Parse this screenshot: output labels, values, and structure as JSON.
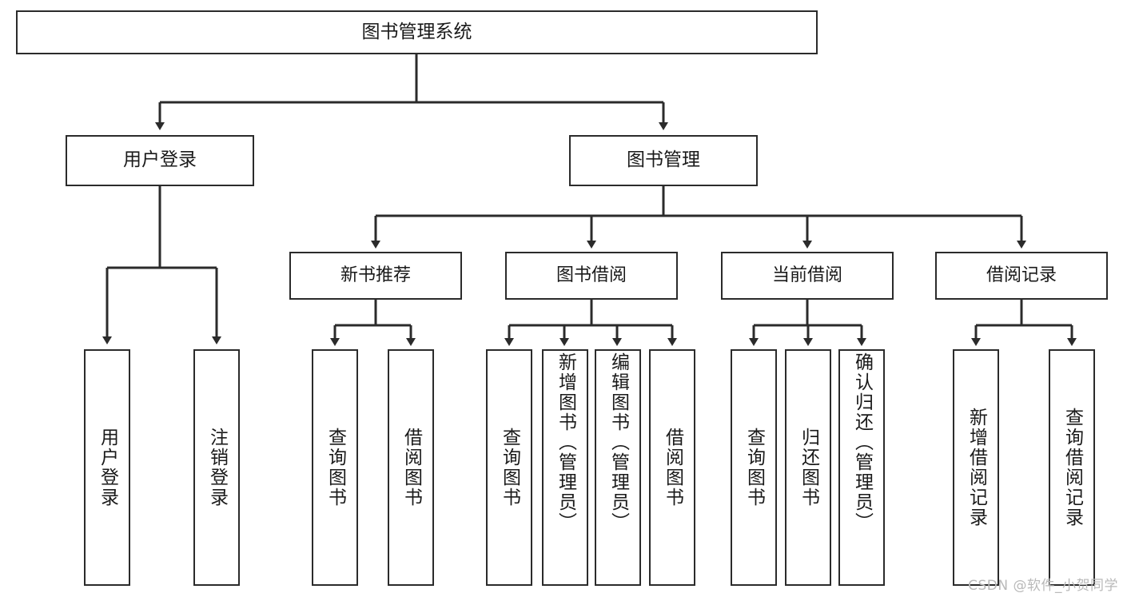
{
  "diagram": {
    "type": "tree",
    "title": "图书管理系统",
    "watermark": "CSDN @软件_小贺同学",
    "colors": {
      "box_border": "#2b2b2b",
      "box_fill": "#ffffff",
      "edge": "#2b2b2b",
      "text": "#1a1a1a",
      "watermark": "#b9b9b9",
      "background": "#ffffff"
    },
    "root": {
      "label": "图书管理系统"
    },
    "level2": [
      {
        "label": "用户登录"
      },
      {
        "label": "图书管理"
      }
    ],
    "level3": [
      {
        "label": "新书推荐"
      },
      {
        "label": "图书借阅"
      },
      {
        "label": "当前借阅"
      },
      {
        "label": "借阅记录"
      }
    ],
    "leaves": {
      "user_login": [
        {
          "label": "用户登录"
        },
        {
          "label": "注销登录"
        }
      ],
      "new_book": [
        {
          "label": "查询图书"
        },
        {
          "label": "借阅图书"
        }
      ],
      "book_borrow": [
        {
          "label": "查询图书"
        },
        {
          "label": "新增图书（管理员）"
        },
        {
          "label": "编辑图书（管理员）"
        },
        {
          "label": "借阅图书"
        }
      ],
      "current_borrow": [
        {
          "label": "查询图书"
        },
        {
          "label": "归还图书"
        },
        {
          "label": "确认归还（管理员）"
        }
      ],
      "borrow_record": [
        {
          "label": "新增借阅记录"
        },
        {
          "label": "查询借阅记录"
        }
      ]
    }
  }
}
